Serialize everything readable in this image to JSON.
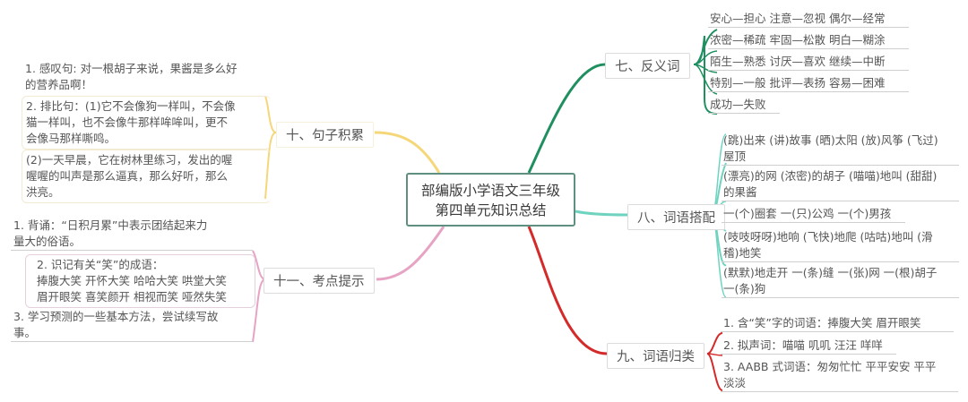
{
  "center": {
    "line1": "部编版小学语文三年级",
    "line2": "第四单元知识总结",
    "border_color": "#5f8f80"
  },
  "branches": {
    "b7": {
      "label": "七、反义词",
      "color": "#1f8f5f",
      "items": [
        "安心—担心 注意—忽视 偶尔—经常",
        "浓密—稀疏 牢固—松散 明白—糊涂",
        "陌生—熟悉 讨厌—喜欢 继续—中断",
        "特别—一般 批评—表扬 容易—困难",
        "成功—失败"
      ]
    },
    "b8": {
      "label": "八、词语搭配",
      "color": "#6fd3c0",
      "items": [
        {
          "l1": "(跳)出来 (讲)故事 (晒)太阳 (放)风筝 (飞过)",
          "l2": "屋顶"
        },
        {
          "l1": "(漂亮)的网 (浓密)的胡子 (喵喵)地叫 (甜甜)",
          "l2": "的果酱"
        },
        {
          "l1": "一(个)圈套 一(只)公鸡 一(个)男孩",
          "l2": ""
        },
        {
          "l1": "(吱吱呀呀)地响 (飞快)地爬 (咕咕)地叫 (滑",
          "l2": "稽)地笑"
        },
        {
          "l1": "(默默)地走开 一(条)缝 一(张)网 一(根)胡子",
          "l2": "一(条)狗"
        }
      ]
    },
    "b9": {
      "label": "九、词语归类",
      "color": "#d42a2a",
      "items": [
        {
          "l1": "1. 含“笑”字的词语：捧腹大笑 眉开眼笑",
          "l2": ""
        },
        {
          "l1": "2. 拟声词：喵喵 叽叽 汪汪 咩咩",
          "l2": ""
        },
        {
          "l1": "3. AABB 式词语：匆匆忙忙 平平安安 平平",
          "l2": "淡淡"
        }
      ]
    },
    "b10": {
      "label": "十、句子积累",
      "color": "#f5d77a",
      "items": [
        {
          "l1": "1. 感叹句: 对一根胡子来说，果酱是多么好",
          "l2": "的营养品啊！",
          "l3": ""
        },
        {
          "l1": "2. 排比句：(1)它不会像狗一样叫，不会像",
          "l2": "猫一样叫，也不会像牛那样哞哞叫，更不",
          "l3": "会像马那样嘶鸣。"
        },
        {
          "l1": "(2)一天早晨，它在树林里练习，发出的喔",
          "l2": "喔喔的叫声是那么逼真，那么好听，那么",
          "l3": "洪亮。"
        }
      ]
    },
    "b11": {
      "label": "十一、考点提示",
      "color": "#e7a3c4",
      "items": [
        {
          "l1": "1. 背诵：“日积月累”中表示团结起来力",
          "l2": "量大的俗语。",
          "l3": ""
        },
        {
          "l1": "2. 识记有关“笑”的成语：",
          "l2": "捧腹大笑 开怀大笑 哈哈大笑 哄堂大笑",
          "l3": "眉开眼笑 喜笑颜开 相视而笑 哑然失笑"
        },
        {
          "l1": "3. 学习预测的一些基本方法，尝试续写故",
          "l2": "事。",
          "l3": ""
        }
      ]
    }
  }
}
